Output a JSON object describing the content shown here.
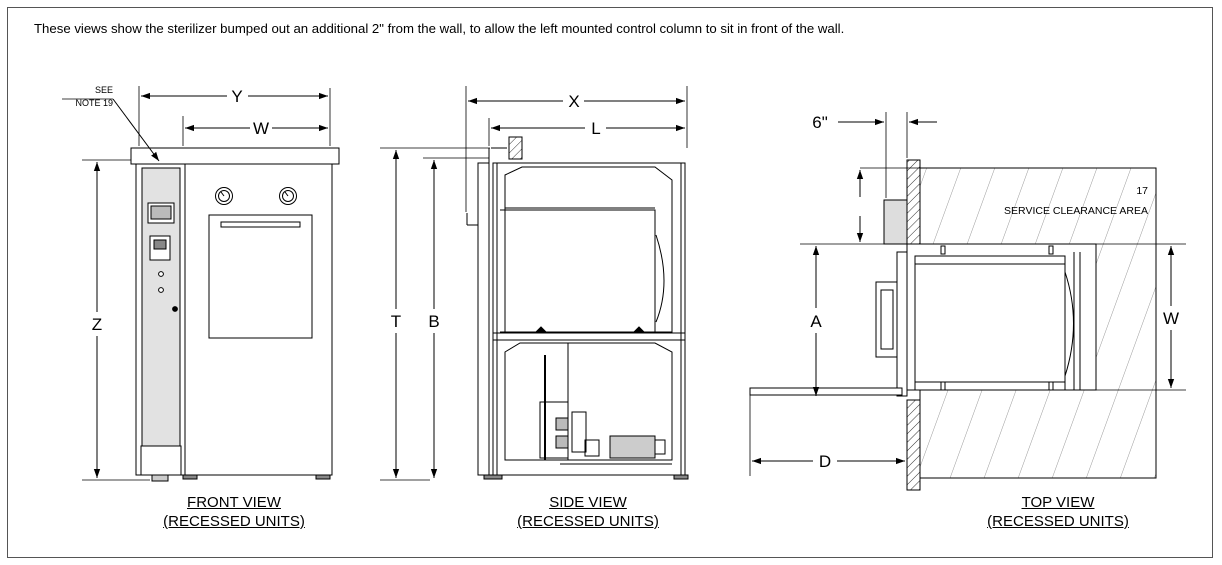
{
  "caption": "These views show the sterilizer bumped out an additional 2\" from the wall, to allow the left mounted control column to sit in front of the wall.",
  "front_view": {
    "label_line1": "FRONT VIEW",
    "label_line2": "(RECESSED UNITS)",
    "dims": {
      "y": "Y",
      "w": "W",
      "z": "Z"
    },
    "note_line1": "SEE",
    "note_line2": "NOTE 19"
  },
  "side_view": {
    "label_line1": "SIDE VIEW",
    "label_line2": "(RECESSED UNITS)",
    "dims": {
      "x": "X",
      "l": "L",
      "t": "T",
      "b": "B"
    }
  },
  "top_view": {
    "label_line1": "TOP VIEW",
    "label_line2": "(RECESSED UNITS)",
    "dims": {
      "six": "6\"",
      "a": "A",
      "w": "W",
      "d": "D"
    },
    "note_number": "17",
    "service_area": "SERVICE CLEARANCE AREA"
  }
}
